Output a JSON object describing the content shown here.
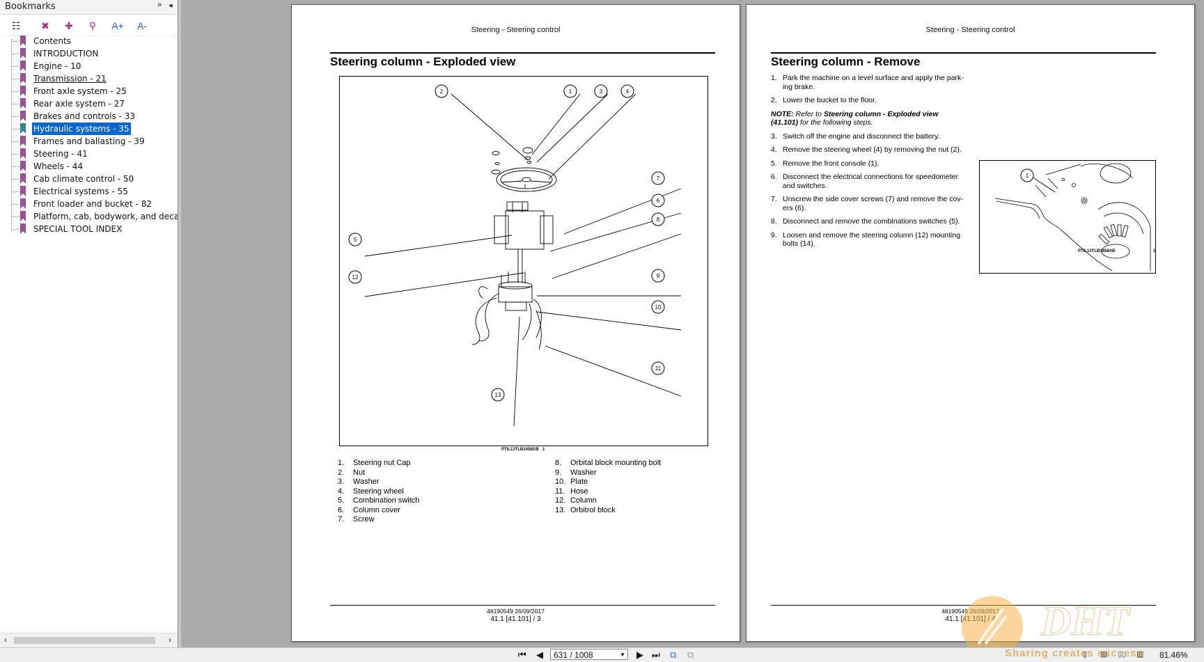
{
  "sidebar": {
    "title": "Bookmarks",
    "expand_icon": "double-chevron-right-icon",
    "collapse_icon": "triangle-left-icon",
    "toolbar": [
      {
        "name": "bookmark-options-icon",
        "glyph": "☷"
      },
      {
        "name": "delete-bookmark-icon",
        "glyph": "✖"
      },
      {
        "name": "new-bookmark-icon",
        "glyph": "✚"
      },
      {
        "name": "find-bookmark-icon",
        "glyph": "⚲"
      },
      {
        "name": "enlarge-text-icon",
        "glyph": "A+"
      },
      {
        "name": "reduce-text-icon",
        "glyph": "A-"
      }
    ],
    "bookmarks": [
      {
        "label": "Contents"
      },
      {
        "label": "INTRODUCTION"
      },
      {
        "label": "Engine - 10"
      },
      {
        "label": "Transmission - 21"
      },
      {
        "label": "Front axle system - 25"
      },
      {
        "label": "Rear axle system - 27"
      },
      {
        "label": "Brakes and controls - 33"
      },
      {
        "label": "Hydraulic systems - 35"
      },
      {
        "label": "Frames and ballasting - 39"
      },
      {
        "label": "Steering - 41"
      },
      {
        "label": "Wheels - 44"
      },
      {
        "label": "Cab climate control - 50"
      },
      {
        "label": "Electrical systems - 55"
      },
      {
        "label": "Front loader and bucket - 82"
      },
      {
        "label": "Platform, cab, bodywork, and decals -"
      },
      {
        "label": "SPECIAL TOOL INDEX"
      }
    ],
    "selected_index": 7,
    "underlined_index": 3,
    "flag_color": "#9b4f9b",
    "selected_flag_color": "#2a8a8a"
  },
  "left_page": {
    "running_head": "Steering - Steering control",
    "title": "Steering column - Exploded view",
    "figure_code": "PTIL13TLB1458GB",
    "figure_no": "1",
    "callouts": [
      "1",
      "2",
      "3",
      "4",
      "5",
      "6",
      "7",
      "8",
      "9",
      "10",
      "11",
      "12",
      "13"
    ],
    "legend_left": [
      {
        "n": "1.",
        "t": "Steering nut Cap"
      },
      {
        "n": "2.",
        "t": "Nut"
      },
      {
        "n": "3.",
        "t": "Washer"
      },
      {
        "n": "4.",
        "t": "Steering wheel"
      },
      {
        "n": "5.",
        "t": "Combination switch"
      },
      {
        "n": "6.",
        "t": "Column cover"
      },
      {
        "n": "7.",
        "t": "Screw"
      }
    ],
    "legend_right": [
      {
        "n": "8.",
        "t": "Orbital block mounting bolt"
      },
      {
        "n": "9.",
        "t": "Washer"
      },
      {
        "n": "10.",
        "t": "Plate"
      },
      {
        "n": "11.",
        "t": "Hose"
      },
      {
        "n": "12.",
        "t": "Column"
      },
      {
        "n": "13.",
        "t": "Orbitrol block"
      }
    ],
    "footer_code": "48190549 26/09/2017",
    "footer_page": "41.1 [41.101] / 3"
  },
  "right_page": {
    "running_head": "Steering - Steering control",
    "title": "Steering column - Remove",
    "steps_a": [
      {
        "n": "1.",
        "t": "Park the machine on a level surface and apply the park-ing brake."
      },
      {
        "n": "2.",
        "t": "Lower the bucket to the floor."
      }
    ],
    "note_label": "NOTE:",
    "note_pre": " Refer to ",
    "note_ref": "Steering column - Exploded view (41.101)",
    "note_post": " for the following steps.",
    "steps_b": [
      {
        "n": "3.",
        "t": "Switch off the engine and disconnect the battery."
      },
      {
        "n": "4.",
        "t": "Remove the steering wheel (4) by removing the nut (2)."
      },
      {
        "n": "5.",
        "t": "Remove the front console (1)."
      },
      {
        "n": "6.",
        "t": "Disconnect the electrical connections for speedometer and switches."
      },
      {
        "n": "7.",
        "t": "Unscrew the side cover screws (7) and remove the cov-ers (6)."
      },
      {
        "n": "8.",
        "t": "Disconnect and remove the combinations switches (5)."
      },
      {
        "n": "9.",
        "t": "Loosen and remove the steering column (12) mounting bolts (14)."
      }
    ],
    "photo_callout": "1",
    "figure_code": "PTIL13TLB1458AB",
    "figure_no": "1",
    "footer_code": "48190549 26/09/2017",
    "footer_page": "41.1 [41.101] / 4"
  },
  "statusbar": {
    "page_indicator": "631 / 1008",
    "zoom": "81.46%",
    "nav_icons": [
      "first-page-icon",
      "previous-page-icon",
      "next-page-icon",
      "last-page-icon",
      "go-back-view-icon",
      "go-forward-view-icon"
    ],
    "layout_icons": [
      "single-page-view-icon",
      "continuous-view-icon",
      "facing-view-icon",
      "continuous-facing-view-icon"
    ]
  },
  "watermark": {
    "logo_text": "DHT",
    "slogan": "Sharing creates success"
  }
}
